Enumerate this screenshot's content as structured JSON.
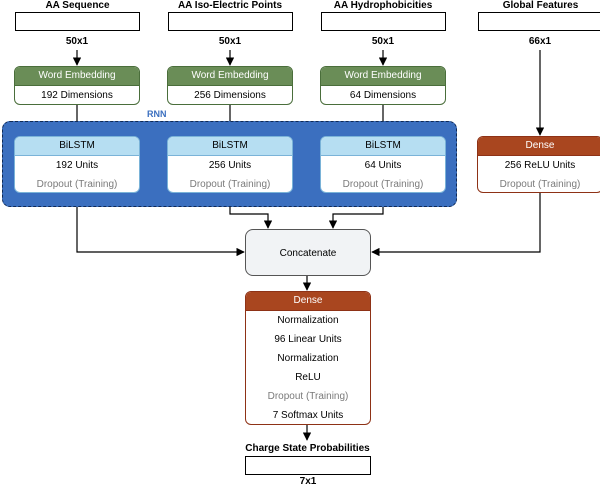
{
  "inputs": [
    {
      "header": "AA Sequence",
      "dim": "50x1"
    },
    {
      "header": "AA Iso-Electric Points",
      "dim": "50x1"
    },
    {
      "header": "AA Hydrophobicities",
      "dim": "50x1"
    },
    {
      "header": "Global Features",
      "dim": "66x1"
    }
  ],
  "embeddings": [
    {
      "title": "Word Embedding",
      "dims": "192 Dimensions"
    },
    {
      "title": "Word Embedding",
      "dims": "256 Dimensions"
    },
    {
      "title": "Word Embedding",
      "dims": "64 Dimensions"
    }
  ],
  "rnn": {
    "label": "RNN",
    "bilstm": [
      {
        "title": "BiLSTM",
        "units": "192 Units",
        "dropout": "Dropout (Training)"
      },
      {
        "title": "BiLSTM",
        "units": "256 Units",
        "dropout": "Dropout (Training)"
      },
      {
        "title": "BiLSTM",
        "units": "64 Units",
        "dropout": "Dropout (Training)"
      }
    ]
  },
  "global_dense": {
    "title": "Dense",
    "units": "256 ReLU Units",
    "dropout": "Dropout (Training)"
  },
  "concat": {
    "label": "Concatenate"
  },
  "final_dense": {
    "title": "Dense",
    "rows": [
      "Normalization",
      "96 Linear Units",
      "Normalization",
      "ReLU",
      "Dropout (Training)",
      "7 Softmax Units"
    ]
  },
  "output": {
    "header": "Charge State Probabilities",
    "dim": "7x1"
  }
}
